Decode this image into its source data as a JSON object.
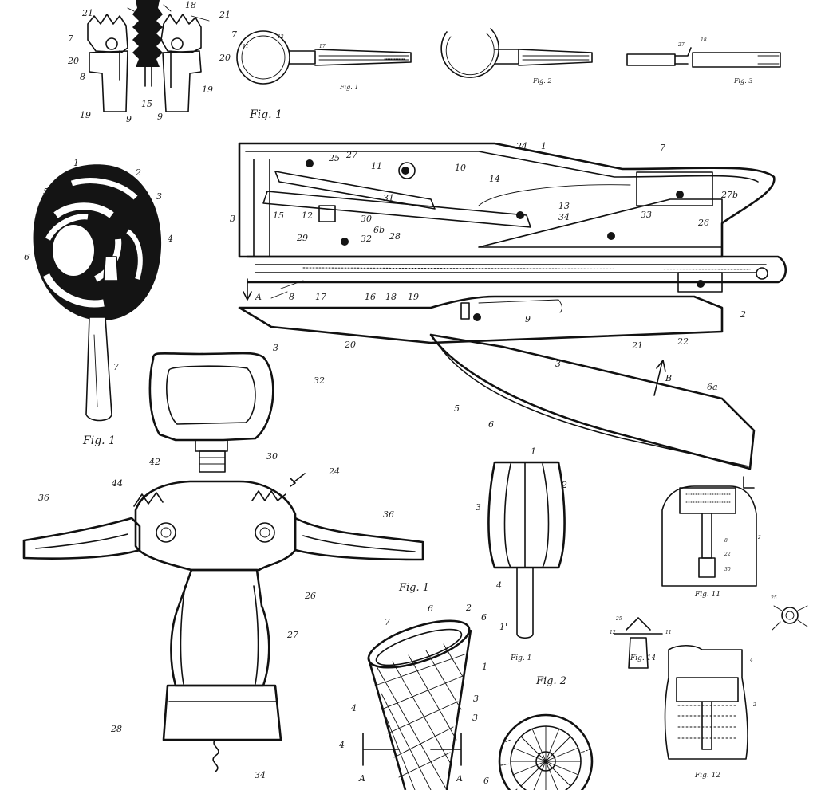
{
  "panels": {
    "press": {
      "caption": "Fig. 1",
      "labels": [
        "21",
        "18",
        "21",
        "7",
        "7",
        "20",
        "20",
        "8",
        "19",
        "19",
        "9",
        "15",
        "9"
      ]
    },
    "ring_tool": {
      "fig1": "Fig. 1",
      "fig2": "Fig. 2",
      "fig3": "Fig. 3"
    },
    "stapler": {
      "labels": [
        "24",
        "1",
        "7",
        "25",
        "27",
        "11",
        "10",
        "14",
        "27b",
        "31",
        "13",
        "26",
        "15",
        "12",
        "30",
        "34",
        "33",
        "3",
        "6b",
        "29",
        "32",
        "28",
        "A",
        "8",
        "17",
        "16",
        "18",
        "19",
        "9",
        "2",
        "3",
        "20",
        "21",
        "22",
        "3",
        "5",
        "B",
        "6",
        "6a"
      ]
    },
    "lollipop": {
      "caption": "Fig. 1",
      "labels": [
        "1",
        "2",
        "5",
        "3",
        "6",
        "4",
        "7"
      ]
    },
    "corkscrew": {
      "labels": [
        "32",
        "30",
        "42",
        "24",
        "44",
        "36",
        "36",
        "26",
        "27",
        "28",
        "34"
      ]
    },
    "popsicle": {
      "caption_fig1": "Fig. 1",
      "caption_fig2": "Fig. 2",
      "labels": [
        "1",
        "2",
        "3",
        "4",
        "1'"
      ],
      "small_caption": "Fig. 1"
    },
    "cone": {
      "labels": [
        "7",
        "6",
        "2",
        "6",
        "1",
        "4",
        "3",
        "3",
        "4",
        "A",
        "A",
        "6"
      ]
    },
    "dispenser": {
      "fig11": "Fig. 11",
      "fig14": "Fig. 14",
      "fig12": "Fig. 12"
    }
  }
}
